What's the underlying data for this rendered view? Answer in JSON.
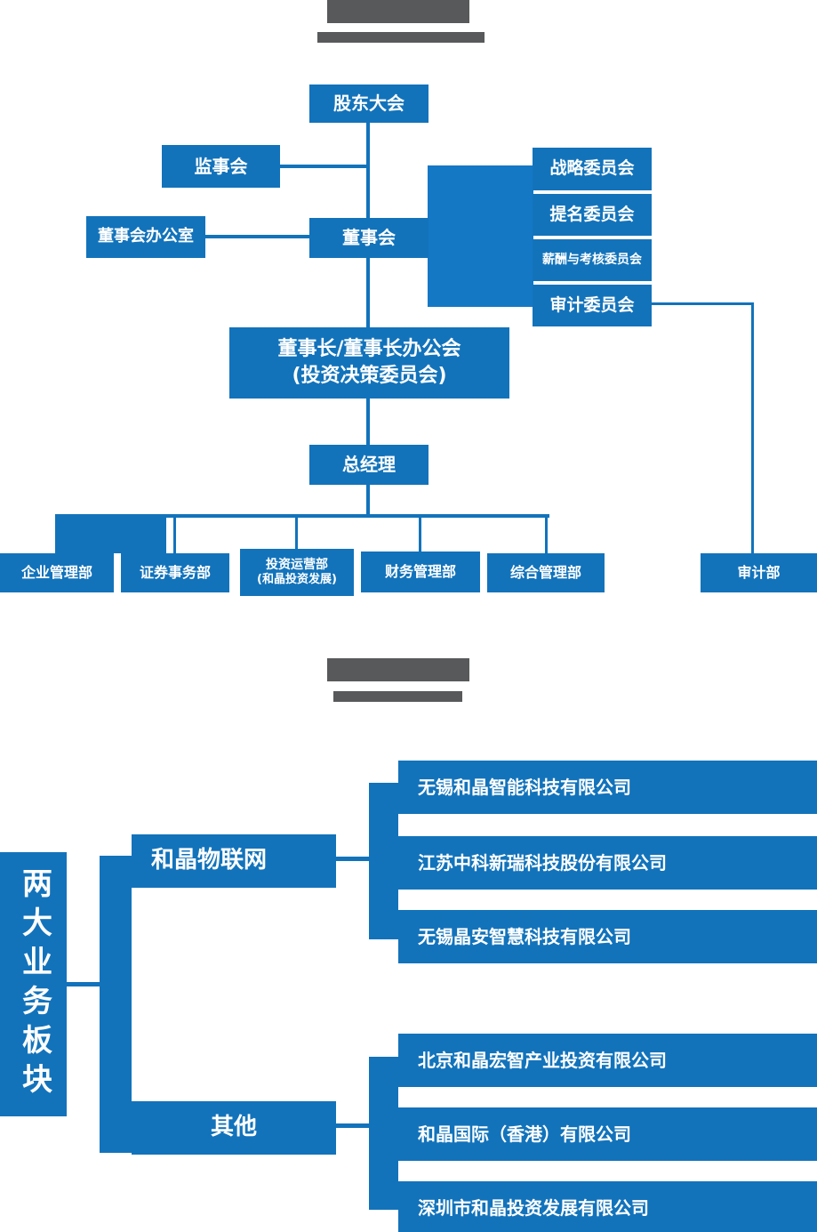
{
  "colors": {
    "primary_blue": "#1273bb",
    "connector_blue": "#1478c5",
    "title_gray": "#58595b"
  },
  "org": {
    "shareholders_meeting": "股东大会",
    "supervisory_board": "监事会",
    "board_office": "董事会办公室",
    "board_of_directors": "董事会",
    "strategy_committee": "战略委员会",
    "nomination_committee": "提名委员会",
    "remuneration_committee": "薪酬与考核委员会",
    "audit_committee": "审计委员会",
    "chairman_line1": "董事长/董事长办公会",
    "chairman_line2": "(投资决策委员会)",
    "general_manager": "总经理",
    "dept_enterprise": "企业管理部",
    "dept_securities": "证券事务部",
    "dept_investment_line1": "投资运营部",
    "dept_investment_line2": "(和晶投资发展)",
    "dept_finance": "财务管理部",
    "dept_general": "综合管理部",
    "dept_audit": "审计部"
  },
  "business": {
    "label": "两大业务板块",
    "groups": [
      {
        "label": "和晶物联网",
        "companies": [
          "无锡和晶智能科技有限公司",
          "江苏中科新瑞科技股份有限公司",
          "无锡晶安智慧科技有限公司"
        ]
      },
      {
        "label": "其他",
        "companies": [
          "北京和晶宏智产业投资有限公司",
          "和晶国际（香港）有限公司",
          "深圳市和晶投资发展有限公司"
        ]
      }
    ]
  }
}
